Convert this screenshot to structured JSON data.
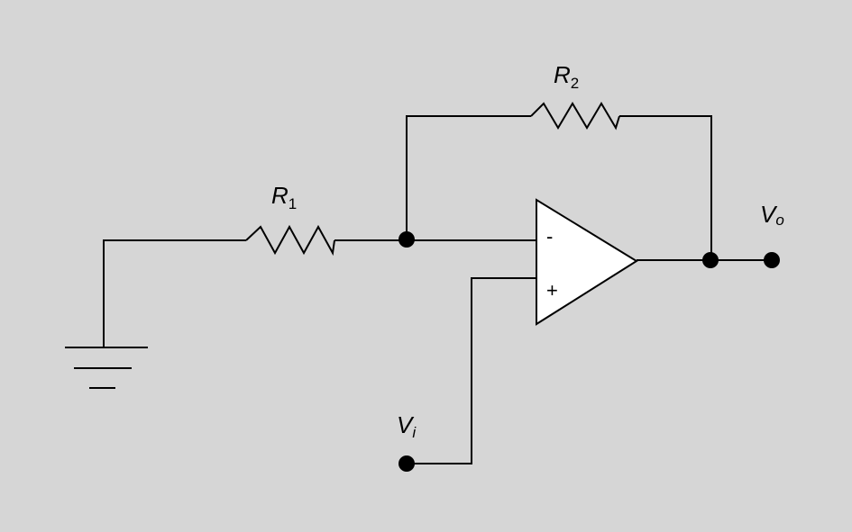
{
  "diagram": {
    "components": {
      "r1": {
        "name": "R",
        "sub": "1"
      },
      "r2": {
        "name": "R",
        "sub": "2"
      },
      "opamp": {
        "inverting_sign": "-",
        "noninverting_sign": "+"
      },
      "ground": {
        "type": "ground"
      }
    },
    "terminals": {
      "input": {
        "name": "V",
        "sub": "i"
      },
      "output": {
        "name": "V",
        "sub": "o"
      }
    },
    "colors": {
      "background": "#d6d6d6",
      "wire": "#000000",
      "opamp_fill": "#ffffff"
    }
  }
}
